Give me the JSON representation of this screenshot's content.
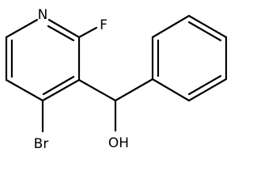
{
  "molecule": {
    "atoms": {
      "N": {
        "symbol": "N"
      },
      "F": {
        "symbol": "F"
      },
      "Br": {
        "symbol": "Br"
      },
      "OH": {
        "symbol": "OH"
      }
    }
  },
  "colors": {
    "bond": "#000000",
    "label": "#000000",
    "background": "#ffffff"
  }
}
